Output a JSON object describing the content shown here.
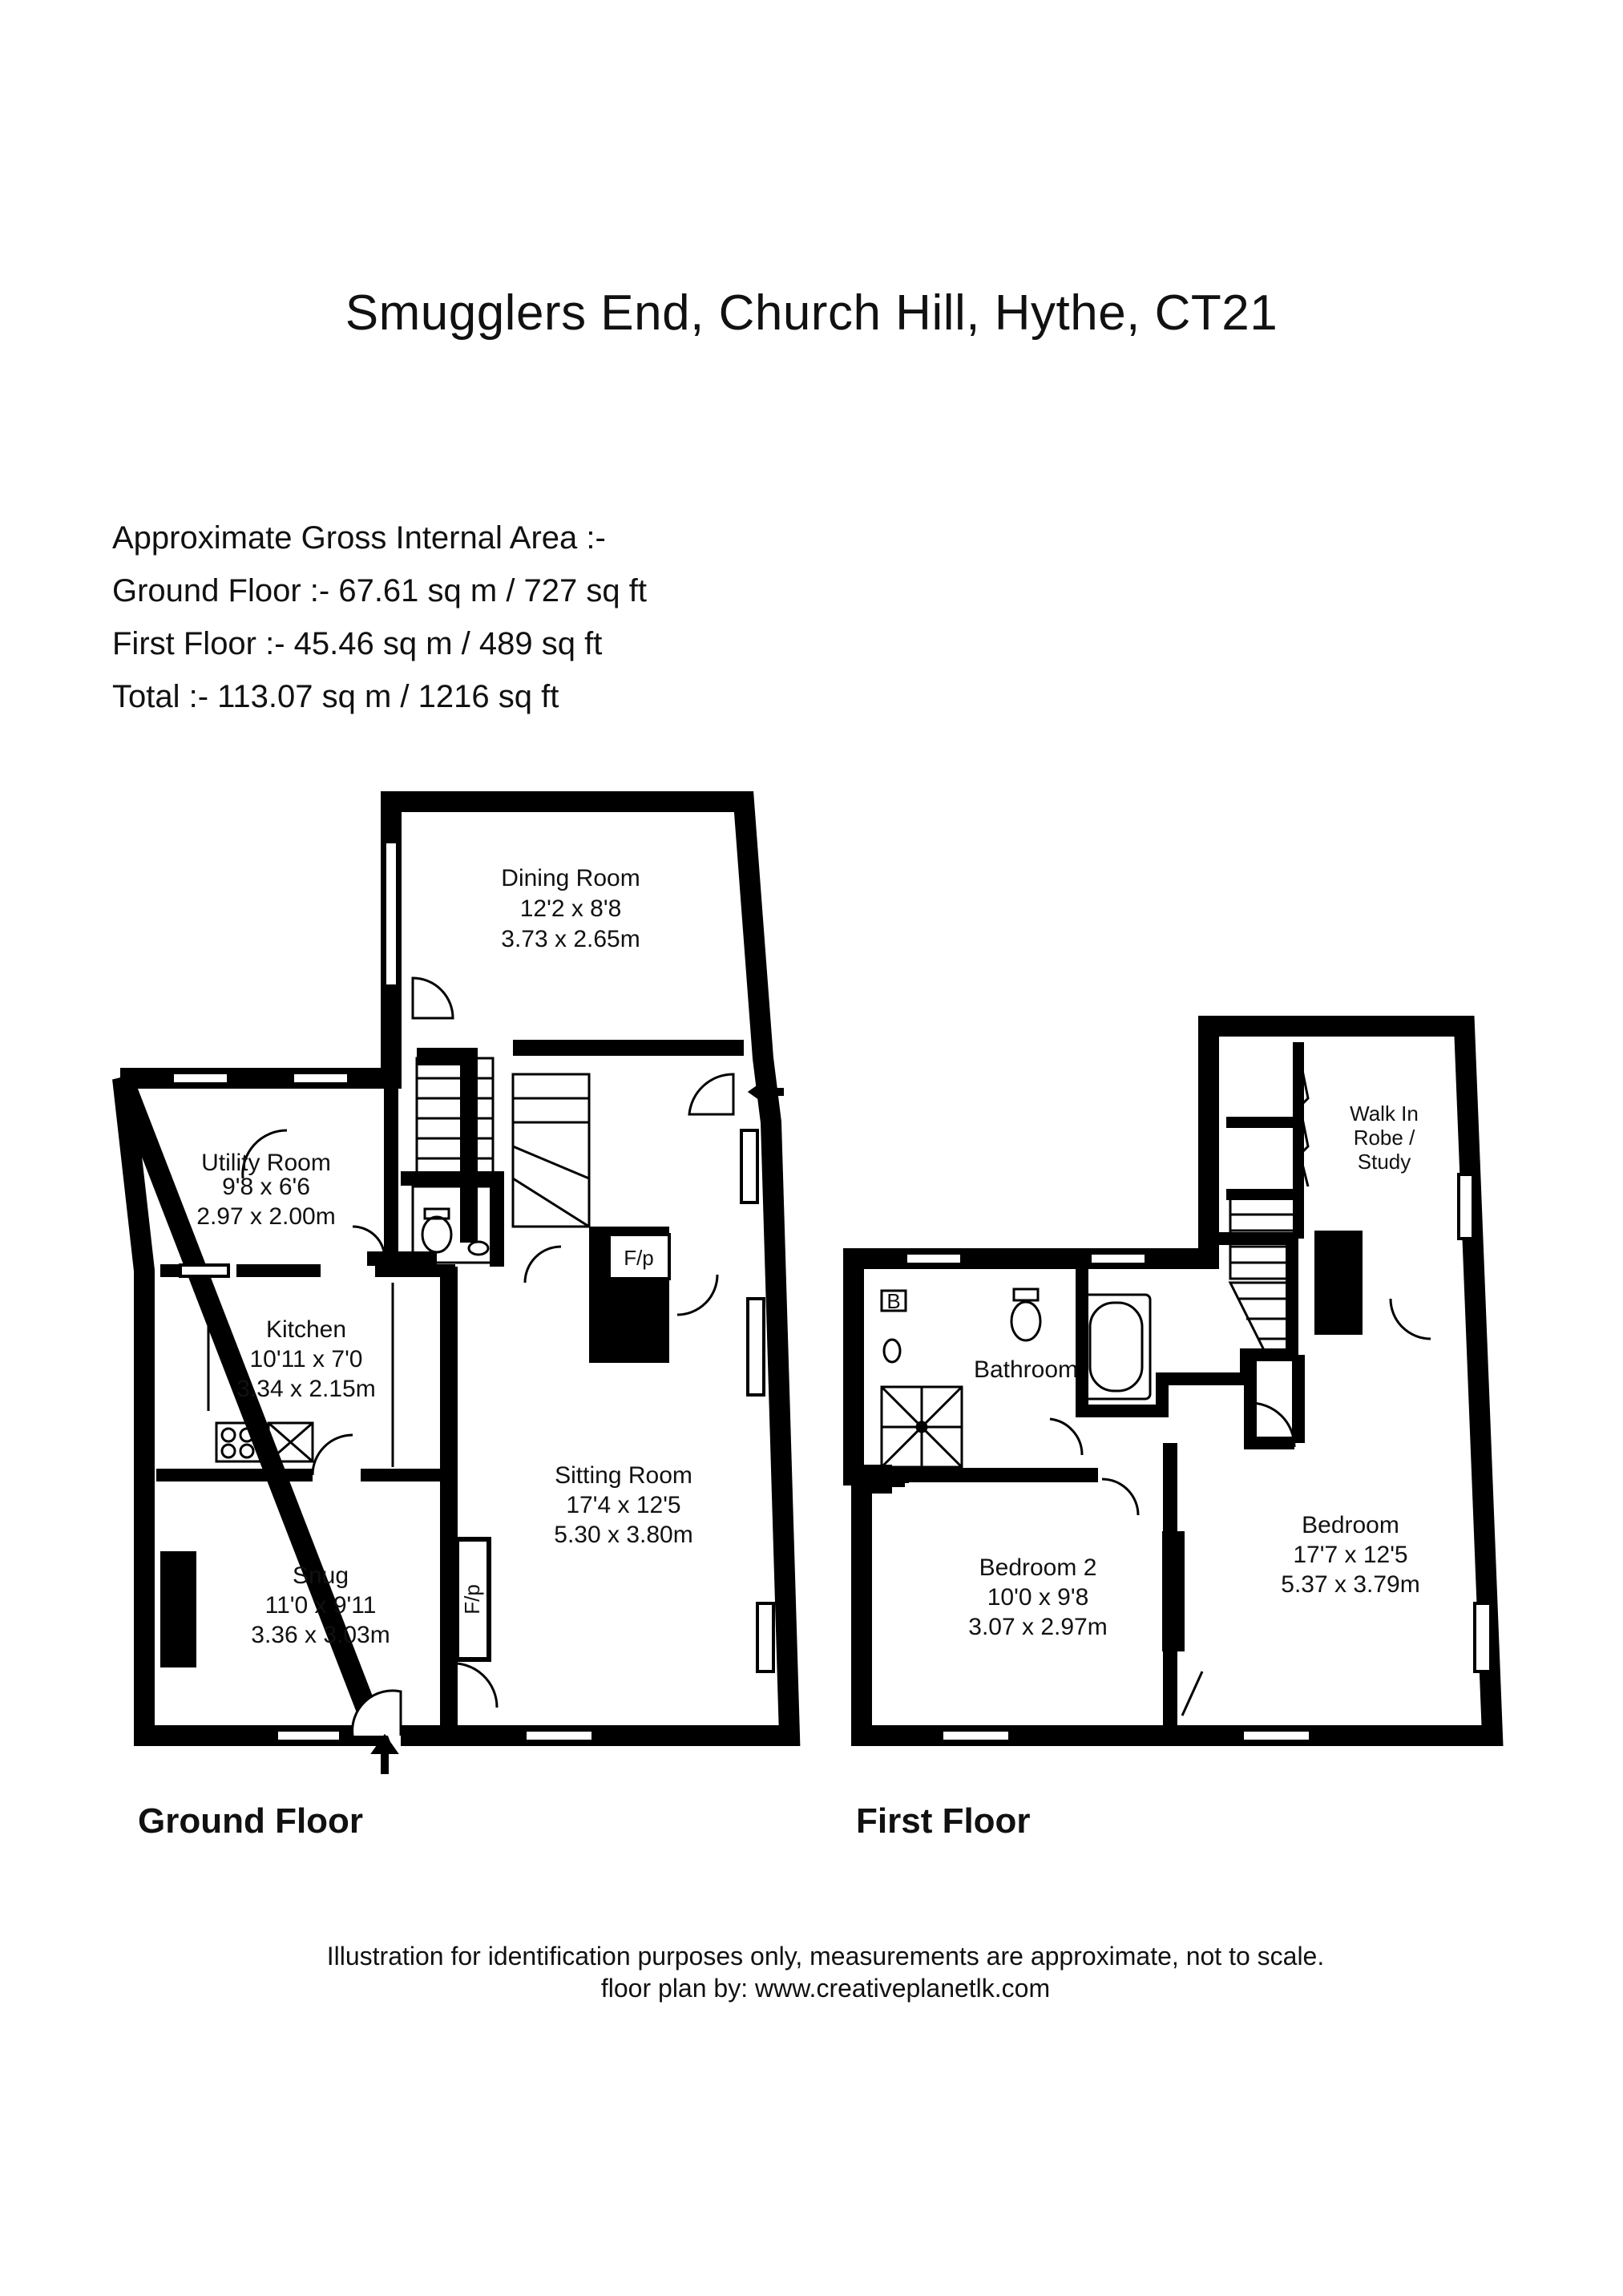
{
  "title": "Smugglers End, Church Hill, Hythe, CT21",
  "areas": {
    "heading": "Approximate Gross Internal Area :-",
    "ground": "Ground Floor :- 67.61 sq m / 727 sq ft",
    "first": "First Floor :- 45.46 sq m / 489 sq ft",
    "total": "Total :- 113.07 sq m / 1216 sq ft"
  },
  "ground_floor": {
    "label": "Ground Floor",
    "dining": {
      "name": "Dining Room",
      "imperial": "12'2 x 8'8",
      "metric": "3.73 x 2.65m"
    },
    "utility": {
      "name": "Utility Room",
      "imperial": "9'8 x 6'6",
      "metric": "2.97 x 2.00m"
    },
    "kitchen": {
      "name": "Kitchen",
      "imperial": "10'11 x 7'0",
      "metric": "3.34 x 2.15m"
    },
    "snug": {
      "name": "Snug",
      "imperial": "11'0 x 9'11",
      "metric": "3.36 x 3.03m"
    },
    "sitting": {
      "name": "Sitting Room",
      "imperial": "17'4 x 12'5",
      "metric": "5.30 x 3.80m"
    },
    "fp_top": "F/p",
    "fp_side": "F/p"
  },
  "first_floor": {
    "label": "First Floor",
    "walkin": {
      "line1": "Walk In",
      "line2": "Robe /",
      "line3": "Study"
    },
    "bathroom": {
      "name": "Bathroom",
      "boiler": "B"
    },
    "bedroom2": {
      "name": "Bedroom 2",
      "imperial": "10'0 x 9'8",
      "metric": "3.07 x 2.97m"
    },
    "bedroom": {
      "name": "Bedroom",
      "imperial": "17'7 x 12'5",
      "metric": "5.37 x 3.79m"
    }
  },
  "footer": {
    "line1": "Illustration for identification purposes only, measurements are approximate, not to scale.",
    "line2": "floor plan by: www.creativeplanetlk.com"
  }
}
